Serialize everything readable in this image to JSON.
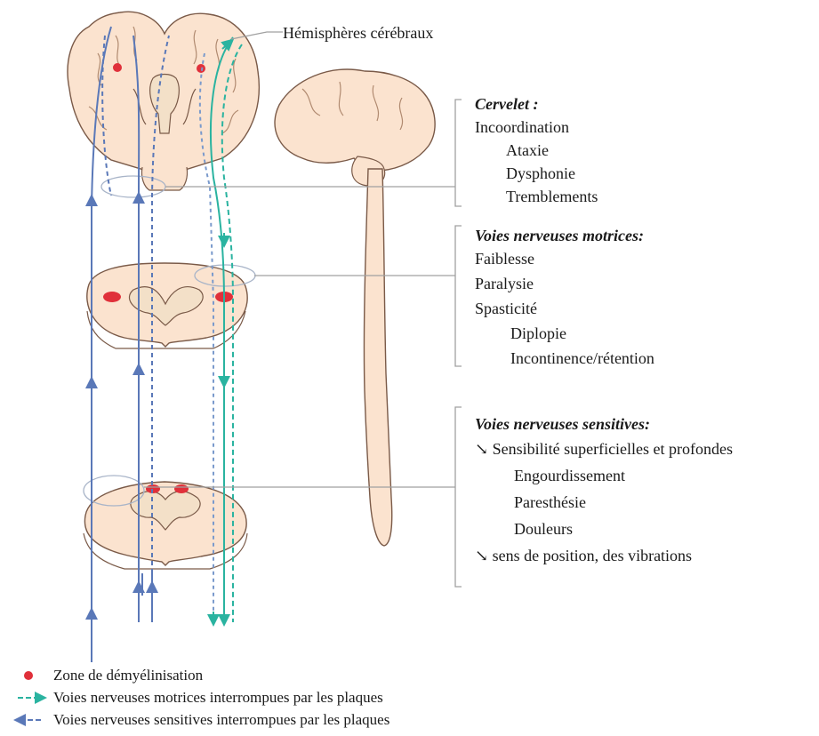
{
  "title_label": "Hémisphères cérébraux",
  "sections": [
    {
      "heading": "Cervelet :",
      "items": [
        {
          "text": "Incoordination"
        },
        {
          "text": "Ataxie"
        },
        {
          "text": "Dysphonie"
        },
        {
          "text": "Tremblements"
        }
      ]
    },
    {
      "heading": "Voies nerveuses motrices:",
      "items": [
        {
          "text": "Faiblesse"
        },
        {
          "text": "Paralysie"
        },
        {
          "text": "Spasticité"
        },
        {
          "text": "Diplopie"
        },
        {
          "text": "Incontinence/rétention"
        }
      ]
    },
    {
      "heading": "Voies nerveuses sensitives:",
      "items": [
        {
          "text": "↘ Sensibilité superficielles et profondes"
        },
        {
          "text": "Engourdissement"
        },
        {
          "text": "Paresthésie"
        },
        {
          "text": "Douleurs"
        },
        {
          "text": "↘ sens de position, des vibrations"
        }
      ]
    }
  ],
  "legend": [
    {
      "symbol": "red-dot",
      "text": "Zone de démyélinisation"
    },
    {
      "symbol": "motor-arrow",
      "text": "Voies nerveuses motrices interrompues par les plaques"
    },
    {
      "symbol": "sensory-arrow",
      "text": "Voies nerveuses sensitives interrompues par les plaques"
    }
  ],
  "colors": {
    "tissue": "#fbe3cf",
    "tissue_outline": "#7a5a48",
    "grey_matter": "#f3e0c8",
    "lesion": "#e0303a",
    "motor_pathway": "#2ab3a0",
    "sensory_pathway": "#5a78b8",
    "bracket": "#a0a0a0"
  }
}
